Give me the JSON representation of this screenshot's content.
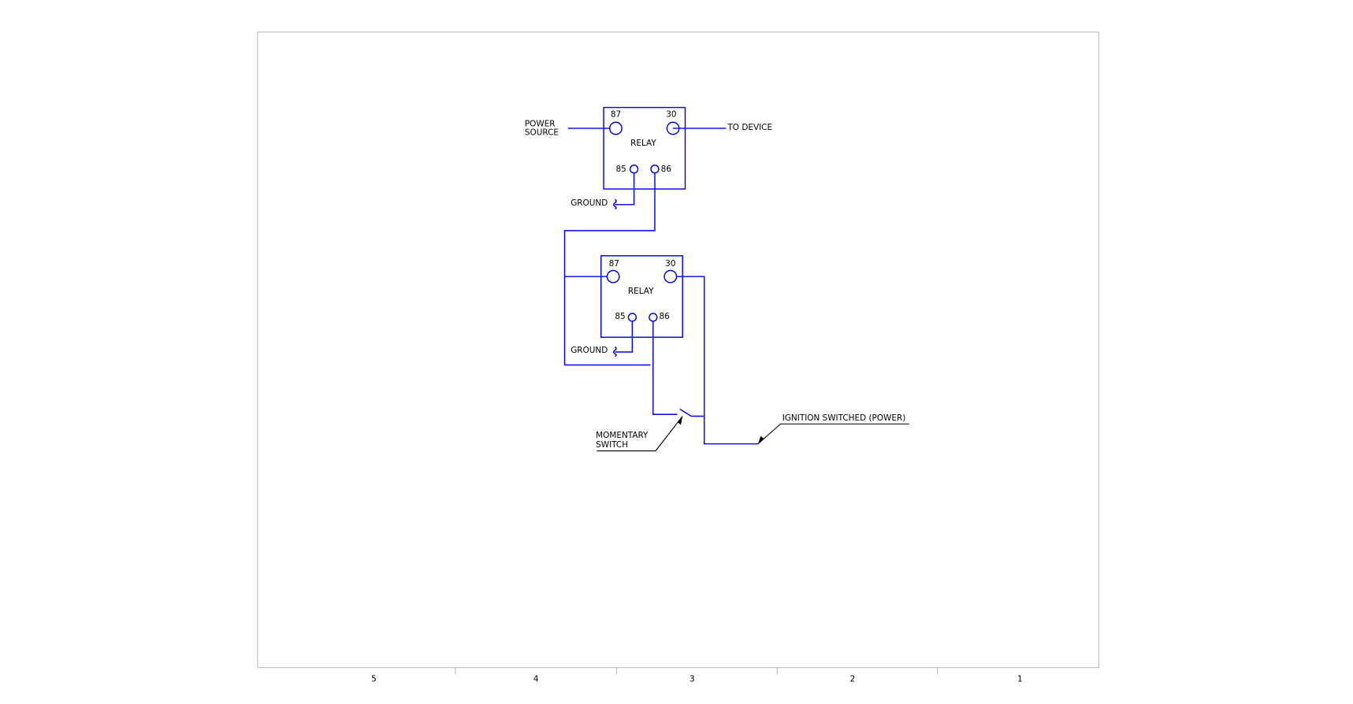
{
  "colors": {
    "wire": "#0000ee",
    "frame": "#bbbbbb"
  },
  "relay1": {
    "label": "RELAY",
    "pin87": "87",
    "pin30": "30",
    "pin85": "85",
    "pin86": "86"
  },
  "relay2": {
    "label": "RELAY",
    "pin87": "87",
    "pin30": "30",
    "pin85": "85",
    "pin86": "86"
  },
  "labels": {
    "power_source_1": "POWER",
    "power_source_2": "SOURCE",
    "to_device": "TO DEVICE",
    "ground1": "GROUND",
    "ground2": "GROUND",
    "momentary_1": "MOMENTARY",
    "momentary_2": "SWITCH",
    "ignition": "IGNITION SWITCHED (POWER)"
  },
  "zones": [
    "5",
    "4",
    "3",
    "2",
    "1"
  ]
}
